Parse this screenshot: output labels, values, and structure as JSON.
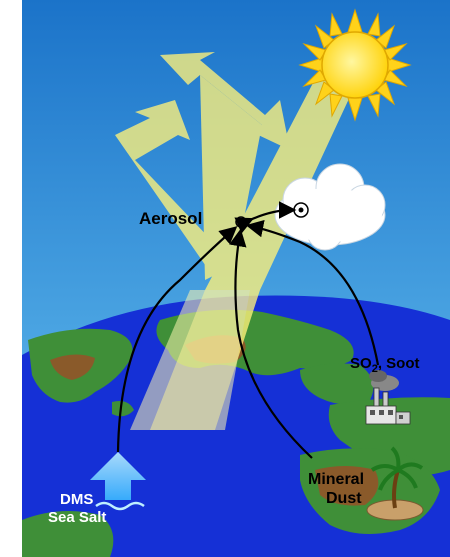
{
  "labels": {
    "aerosol": "Aerosol",
    "so2_soot": "SO",
    "so2_sub": "2",
    "so2_rest": ", Soot",
    "mineral_line1": "Mineral",
    "mineral_line2": "Dust",
    "dms_line1": "DMS",
    "sea_salt_line2": "Sea Salt"
  },
  "colors": {
    "sky_top": "#1f7fd0",
    "sky_bottom": "#7ec8ee",
    "ocean": "#1530d6",
    "land": "#3f8f38",
    "land_brown": "#8a5a2a",
    "sun": "#ffd21a",
    "sunbeam": "#fff27a",
    "cloud": "#ffffff",
    "arrow": "#000000",
    "text": "#000000",
    "label_on_earth": "#ffffff",
    "dms_plume": "#7fd4ff"
  },
  "icons": [
    "sun-icon",
    "cloud-icon",
    "factory-icon",
    "palm-tree-icon",
    "ocean-wave-icon",
    "aerosol-particle-icon"
  ]
}
